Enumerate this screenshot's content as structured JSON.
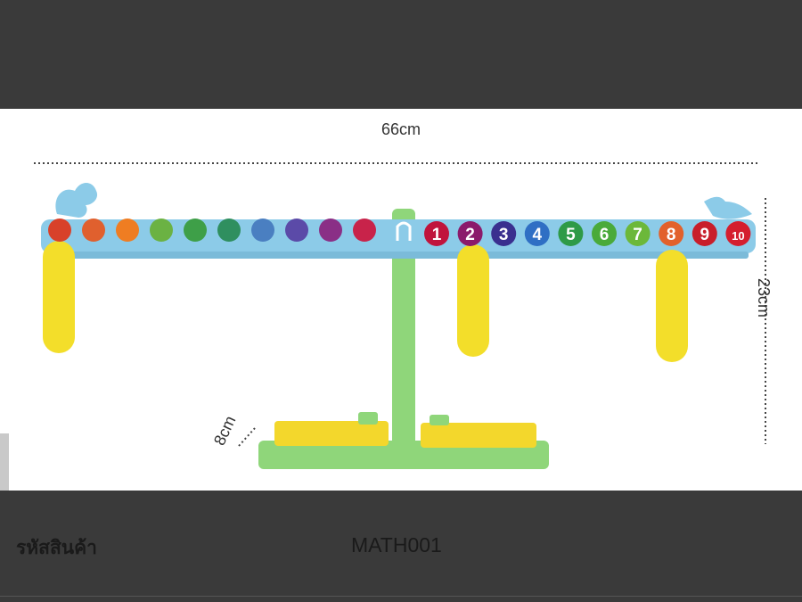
{
  "product_image": {
    "dimensions": {
      "width": "66cm",
      "height": "23cm",
      "depth": "8cm"
    },
    "number_labels": [
      "1",
      "2",
      "3",
      "4",
      "5",
      "6",
      "7",
      "8",
      "9",
      "10"
    ],
    "number_colors": [
      "#c0143c",
      "#8b1a6b",
      "#3a2f8f",
      "#2f6fc4",
      "#2e9a47",
      "#4aaa3a",
      "#6cb83a",
      "#e2612b",
      "#c81e2a",
      "#d41e2e"
    ],
    "left_dot_colors": [
      "#d8412a",
      "#e0602e",
      "#ef7d22",
      "#6bb243",
      "#3e9f48",
      "#2f8f5f",
      "#4a7fc1",
      "#5b4aa8",
      "#8a2f86",
      "#c8234a"
    ],
    "colors": {
      "beam": "#8ccbe8",
      "stand": "#8fd67a",
      "hanger": "#f3de2a",
      "tray": "#f3d72c"
    }
  },
  "product_info": {
    "code_label": "รหัสสินค้า",
    "code_value": "MATH001"
  }
}
